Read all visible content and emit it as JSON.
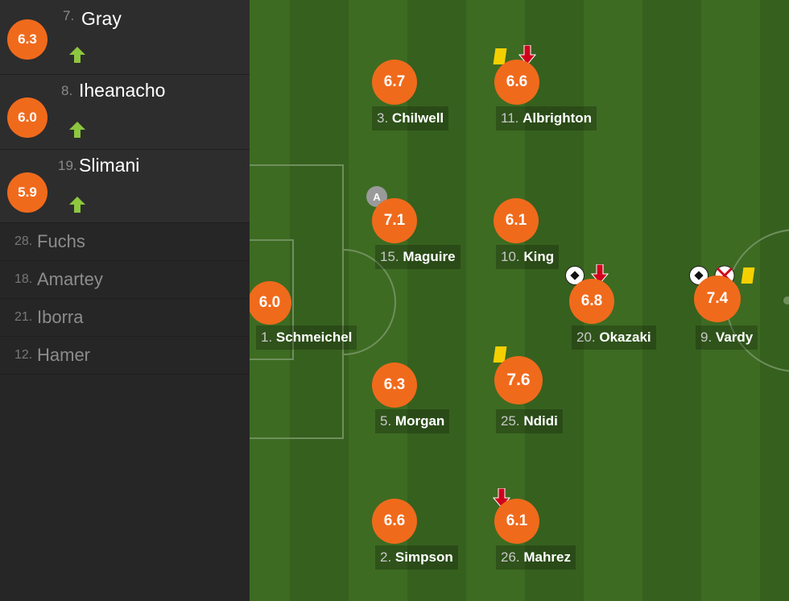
{
  "subs": [
    {
      "rating": "6.3",
      "num": "7.",
      "name": "Gray"
    },
    {
      "rating": "6.0",
      "num": "8.",
      "name": "Iheanacho"
    },
    {
      "rating": "5.9",
      "num": "19.",
      "name": "Slimani"
    }
  ],
  "bench": [
    {
      "num": "28.",
      "name": "Fuchs"
    },
    {
      "num": "18.",
      "name": "Amartey"
    },
    {
      "num": "21.",
      "name": "Iborra"
    },
    {
      "num": "12.",
      "name": "Hamer"
    }
  ],
  "players": [
    {
      "rating": "6.0",
      "num": "1.",
      "name": "Schmeichel"
    },
    {
      "rating": "6.7",
      "num": "3.",
      "name": "Chilwell"
    },
    {
      "rating": "6.6",
      "num": "11.",
      "name": "Albrighton"
    },
    {
      "rating": "7.1",
      "num": "15.",
      "name": "Maguire"
    },
    {
      "rating": "6.1",
      "num": "10.",
      "name": "King"
    },
    {
      "rating": "6.8",
      "num": "20.",
      "name": "Okazaki"
    },
    {
      "rating": "7.4",
      "num": "9.",
      "name": "Vardy"
    },
    {
      "rating": "6.3",
      "num": "5.",
      "name": "Morgan"
    },
    {
      "rating": "7.6",
      "num": "25.",
      "name": "Ndidi"
    },
    {
      "rating": "6.6",
      "num": "2.",
      "name": "Simpson"
    },
    {
      "rating": "6.1",
      "num": "26.",
      "name": "Mahrez"
    }
  ],
  "captain_badge": "A",
  "colors": {
    "rating": "#f06a1c",
    "sub_in": "#8dc63f",
    "sub_out": "#d0021b",
    "yellow_card": "#f5d000"
  },
  "icons": [
    "sub-in-arrow-icon",
    "sub-out-arrow-icon",
    "yellow-card-icon",
    "goal-ball-icon",
    "missed-penalty-icon",
    "captain-badge-icon"
  ]
}
